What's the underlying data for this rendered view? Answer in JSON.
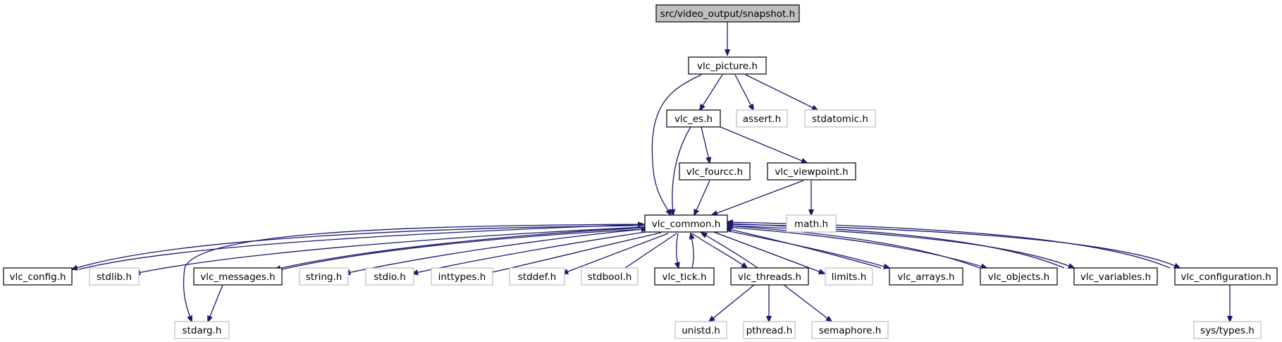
{
  "nodes": {
    "snapshot": "src/video_output/snapshot.h",
    "vlc_picture": "vlc_picture.h",
    "vlc_es": "vlc_es.h",
    "assert": "assert.h",
    "stdatomic": "stdatomic.h",
    "vlc_fourcc": "vlc_fourcc.h",
    "vlc_viewpoint": "vlc_viewpoint.h",
    "math": "math.h",
    "vlc_common": "vlc_common.h",
    "vlc_config": "vlc_config.h",
    "stdlib": "stdlib.h",
    "vlc_messages": "vlc_messages.h",
    "string": "string.h",
    "stdio": "stdio.h",
    "inttypes": "inttypes.h",
    "stddef": "stddef.h",
    "stdbool": "stdbool.h",
    "vlc_tick": "vlc_tick.h",
    "vlc_threads": "vlc_threads.h",
    "limits": "limits.h",
    "vlc_arrays": "vlc_arrays.h",
    "vlc_objects": "vlc_objects.h",
    "vlc_variables": "vlc_variables.h",
    "vlc_configuration": "vlc_configuration.h",
    "stdarg": "stdarg.h",
    "unistd": "unistd.h",
    "pthread": "pthread.h",
    "semaphore": "semaphore.h",
    "sys_types": "sys/types.h"
  },
  "colors": {
    "edge": "#191970",
    "internal_border": "#000000",
    "external_border": "#bfbfbf",
    "root_fill": "#bfbfbf"
  }
}
